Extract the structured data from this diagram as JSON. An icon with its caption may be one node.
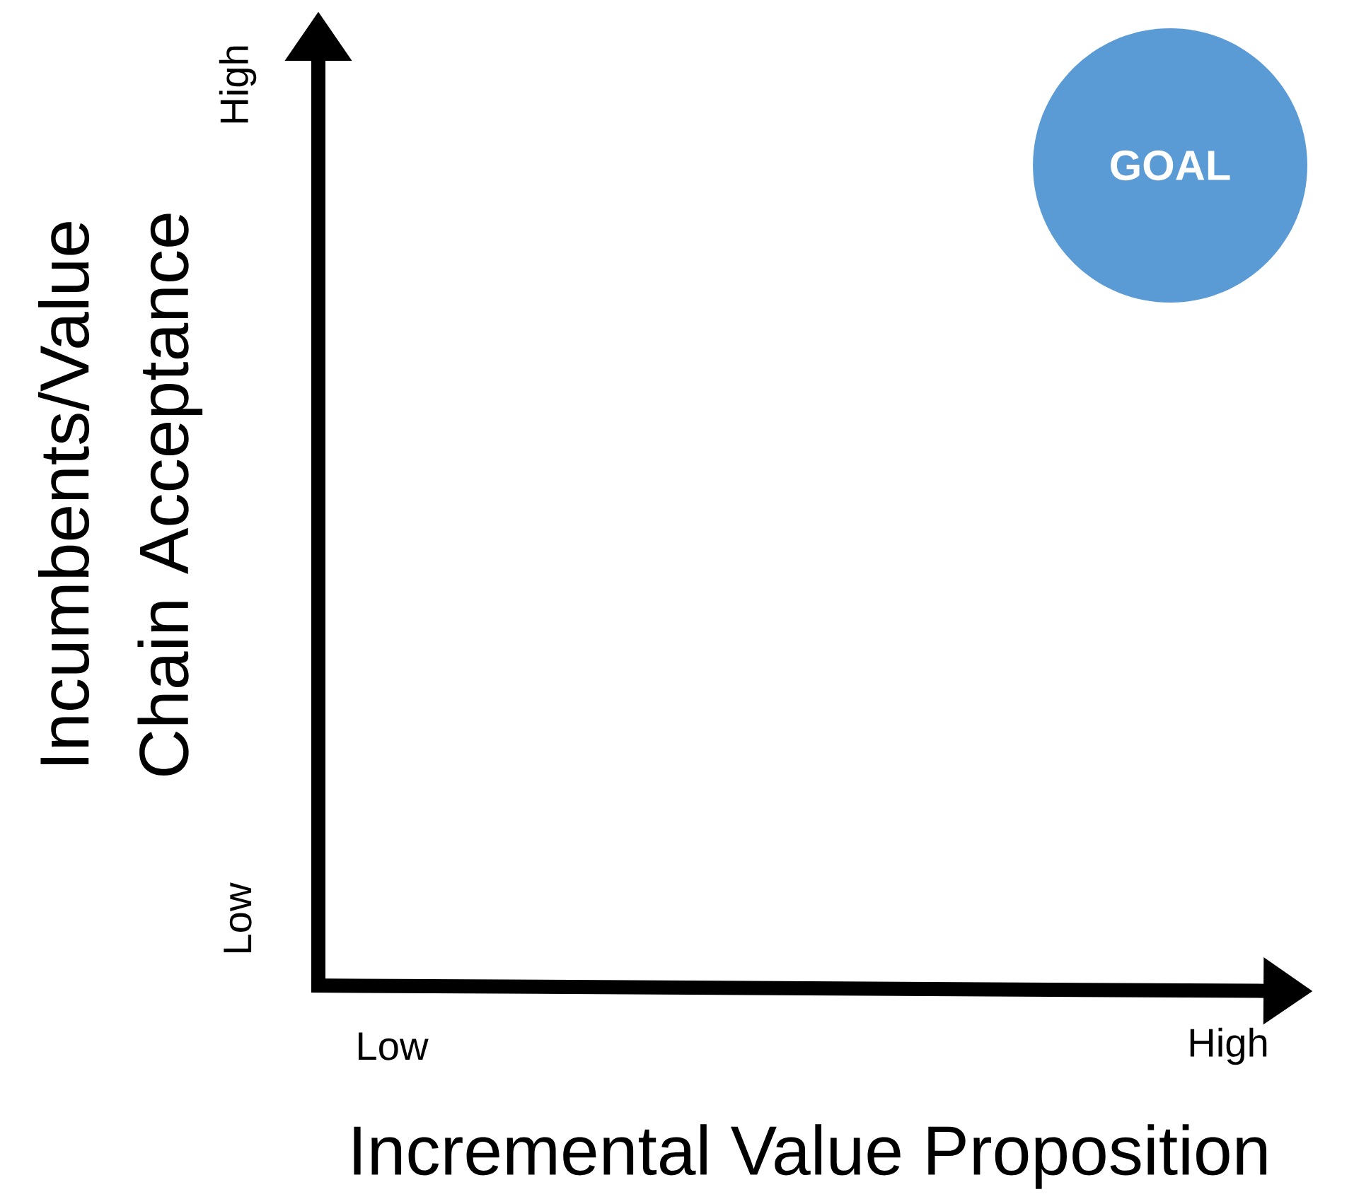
{
  "diagram": {
    "nodes": [
      {
        "text": [
          "GOAL"
        ]
      }
    ],
    "labels": [
      "Incumbents/Value Chain Acceptance",
      "High",
      "Low",
      "Low",
      "High",
      "Incremental Value Proposition"
    ]
  }
}
